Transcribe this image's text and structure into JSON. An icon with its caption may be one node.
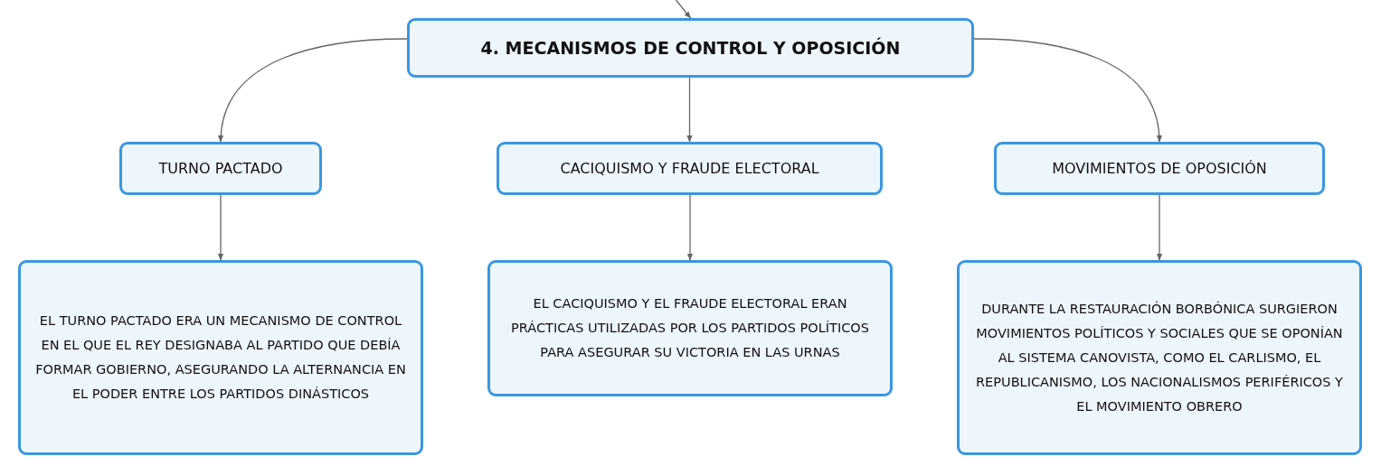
{
  "diagram": {
    "nodes": [
      {
        "text": [
          "4. MECANISMOS DE CONTROL Y OPOSICIÓN"
        ]
      },
      {
        "text": [
          "TURNO PACTADO"
        ]
      },
      {
        "text": [
          "CACIQUISMO Y FRAUDE ELECTORAL"
        ]
      },
      {
        "text": [
          "MOVIMIENTOS DE OPOSICIÓN"
        ]
      },
      {
        "text": [
          "EL TURNO PACTADO ERA UN MECANISMO DE CONTROL EN EL QUE EL REY DESIGNABA AL PARTIDO QUE DEBÍA FORMAR GOBIERNO, ASEGURANDO LA ALTERNANCIA EN EL PODER ENTRE LOS PARTIDOS DINÁSTICOS"
        ]
      },
      {
        "text": [
          "EL CACIQUISMO Y EL FRAUDE ELECTORAL ERAN PRÁCTICAS UTILIZADAS POR LOS PARTIDOS POLÍTICOS PARA ASEGURAR SU VICTORIA EN LAS URNAS"
        ]
      },
      {
        "text": [
          "DURANTE LA RESTAURACIÓN BORBÓNICA SURGIERON MOVIMIENTOS POLÍTICOS Y SOCIALES QUE SE OPONÍAN AL SISTEMA CANOVISTA, COMO EL CARLISMO, EL REPUBLICANISMO, LOS NACIONALISMOS PERIFÉRICOS Y EL MOVIMIENTO OBRERO"
        ]
      }
    ],
    "edges": [
      {
        "from": null,
        "to": 0,
        "arrow": "to"
      },
      {
        "from": 0,
        "to": 1,
        "arrow": "to"
      },
      {
        "from": 0,
        "to": 2,
        "arrow": "to"
      },
      {
        "from": 0,
        "to": 3,
        "arrow": "to"
      },
      {
        "from": 1,
        "to": 4,
        "arrow": "to"
      },
      {
        "from": 2,
        "to": 5,
        "arrow": "to"
      },
      {
        "from": 3,
        "to": 6,
        "arrow": "to"
      }
    ]
  }
}
